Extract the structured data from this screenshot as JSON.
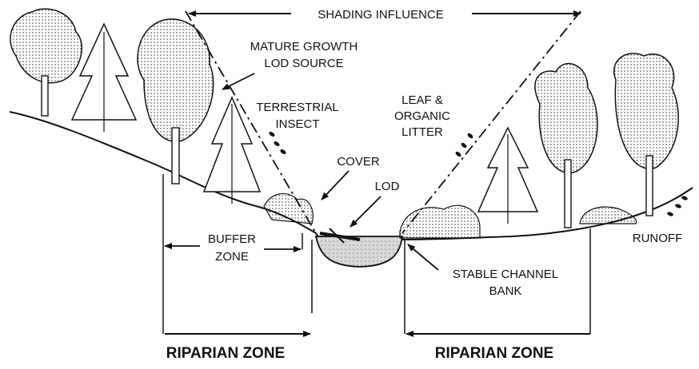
{
  "diagram": {
    "shading_influence": "SHADING INFLUENCE",
    "mature_growth": [
      "MATURE GROWTH",
      "LOD SOURCE"
    ],
    "terrestrial_insect": [
      "TERRESTRIAL",
      "INSECT"
    ],
    "leaf_litter": [
      "LEAF &",
      "ORGANIC",
      "LITTER"
    ],
    "cover": "COVER",
    "lod": "LOD",
    "buffer_zone": [
      "BUFFER",
      "ZONE"
    ],
    "runoff": "RUNOFF",
    "stable_channel_bank": [
      "STABLE CHANNEL",
      "BANK"
    ],
    "riparian_left": "RIPARIAN ZONE",
    "riparian_right": "RIPARIAN ZONE"
  }
}
